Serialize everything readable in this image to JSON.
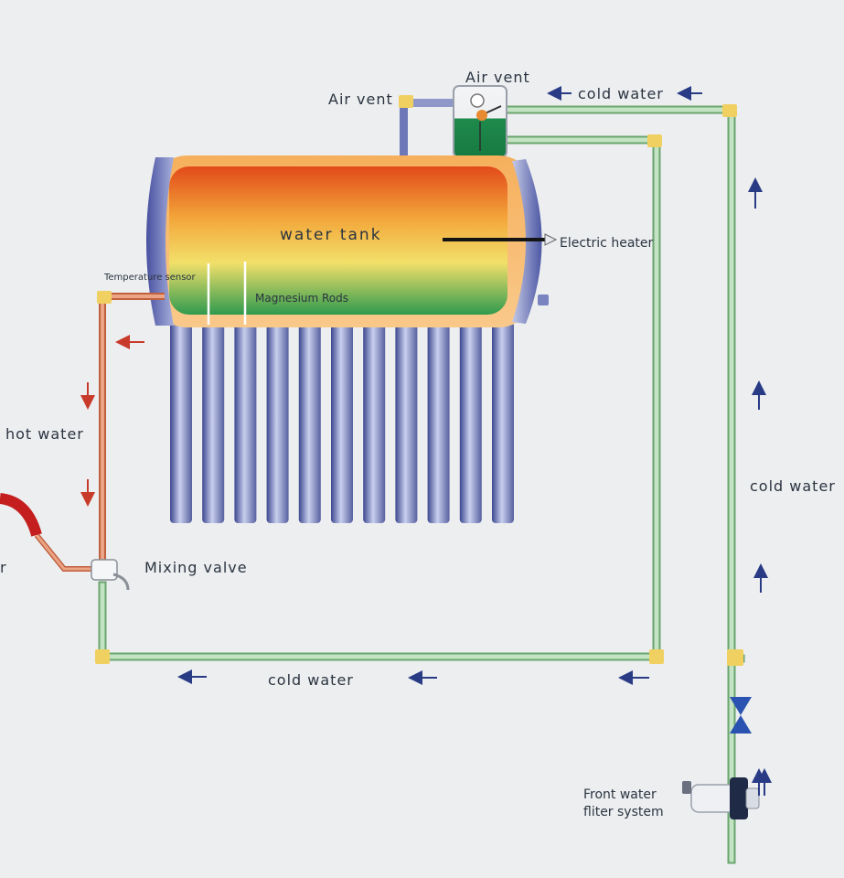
{
  "labels": {
    "air_vent_top": "Air vent",
    "air_vent_left": "Air vent",
    "cold_water_top": "cold water",
    "water_tank": "water tank",
    "electric_heater": "Electric heater",
    "temperature_sensor": "Temperature sensor",
    "magnesium_rods": "Magnesium Rods",
    "hot_water": "hot water",
    "mixing_valve": "Mixing valve",
    "cold_water_bottom": "cold water",
    "cold_water_right": "cold water",
    "filter_line1": "Front water",
    "filter_line2": "fliter system",
    "shower_partial": "r"
  },
  "colors": {
    "background": "#eceef0",
    "cold_pipe": "#b9dcb9",
    "cold_pipe_edge": "#6aa56f",
    "hot_pipe": "#e0906e",
    "hot_pipe_edge": "#c0603f",
    "arrow_blue": "#2a3b86",
    "arrow_red": "#c83a2a",
    "tube_blue": "#6e78b8",
    "fitting_yellow": "#f0d060"
  },
  "tank": {
    "vacuum_tube_count": 11
  }
}
